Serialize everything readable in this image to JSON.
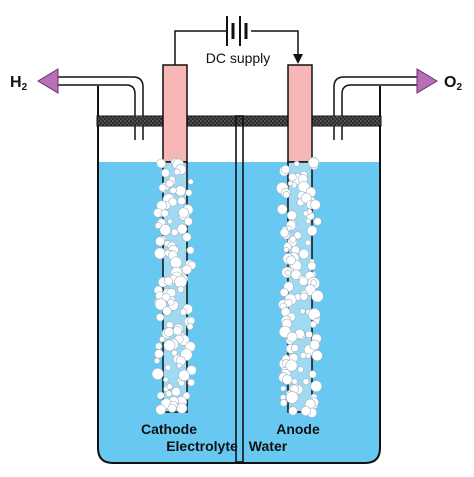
{
  "diagram": {
    "supply_label": "DC supply",
    "left_gas": {
      "symbol": "H",
      "subscript": "2"
    },
    "right_gas": {
      "symbol": "O",
      "subscript": "2"
    },
    "cathode_label": "Cathode",
    "anode_label": "Anode",
    "electrolyte_label": "Electrolyte",
    "water_label": "Water"
  },
  "colors": {
    "water": "#67c9f2",
    "electrode": "#f7b7b7",
    "electrode_submerged": "#9fd9f2",
    "arrow": "#b76fb5",
    "lid": "#3a3a3a",
    "bubble": "#ffffff",
    "outline": "#111111"
  }
}
